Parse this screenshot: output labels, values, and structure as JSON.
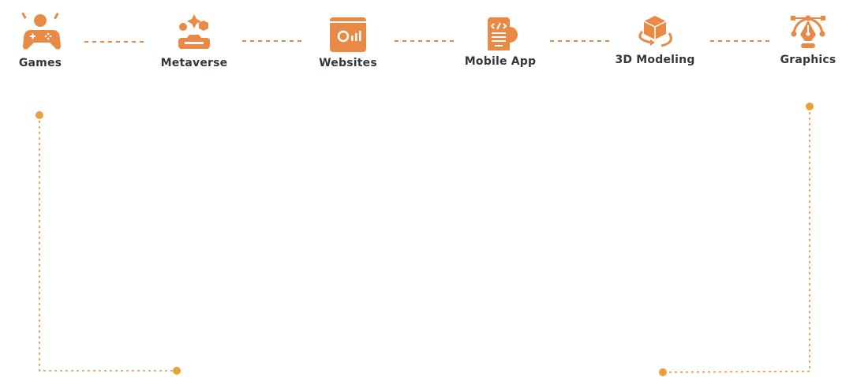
{
  "colors": {
    "accent": "#e88a45",
    "dot": "#e9a23b",
    "text": "#33383b"
  },
  "steps": [
    {
      "label": "Games",
      "icon": "gamepad-icon"
    },
    {
      "label": "Metaverse",
      "icon": "vr-headset-icon"
    },
    {
      "label": "Websites",
      "icon": "website-analytics-icon"
    },
    {
      "label": "Mobile App",
      "icon": "mobile-code-icon"
    },
    {
      "label": "3D Modeling",
      "icon": "3d-cube-icon"
    },
    {
      "label": "Graphics",
      "icon": "pen-tool-icon"
    }
  ]
}
